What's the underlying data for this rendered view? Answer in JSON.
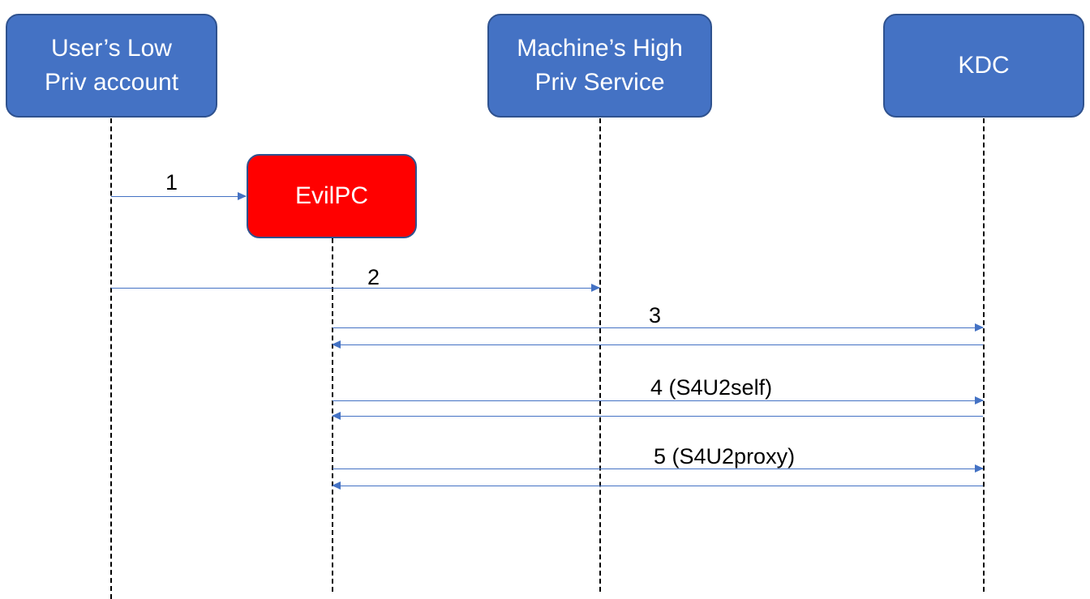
{
  "colors": {
    "actor_fill": "#4472c4",
    "actor_border": "#2f528f",
    "evil_fill": "#ff0000",
    "message_line": "#4472c4",
    "lifeline": "#000000"
  },
  "actors": {
    "user": {
      "label": "User’s Low\nPriv account"
    },
    "service": {
      "label": "Machine’s High\nPriv Service"
    },
    "kdc": {
      "label": "KDC"
    },
    "evilpc": {
      "label": "EvilPC"
    }
  },
  "messages": [
    {
      "label": "1",
      "from": "user",
      "to": "evilpc",
      "direction": "request"
    },
    {
      "label": "2",
      "from": "user",
      "to": "service",
      "direction": "request"
    },
    {
      "label": "3",
      "from": "evilpc",
      "to": "kdc",
      "direction": "request"
    },
    {
      "label": "",
      "from": "kdc",
      "to": "evilpc",
      "direction": "reply"
    },
    {
      "label": "4 (S4U2self)",
      "from": "evilpc",
      "to": "kdc",
      "direction": "request"
    },
    {
      "label": "",
      "from": "kdc",
      "to": "evilpc",
      "direction": "reply"
    },
    {
      "label": "5 (S4U2proxy)",
      "from": "evilpc",
      "to": "kdc",
      "direction": "request"
    },
    {
      "label": "",
      "from": "kdc",
      "to": "evilpc",
      "direction": "reply"
    }
  ]
}
